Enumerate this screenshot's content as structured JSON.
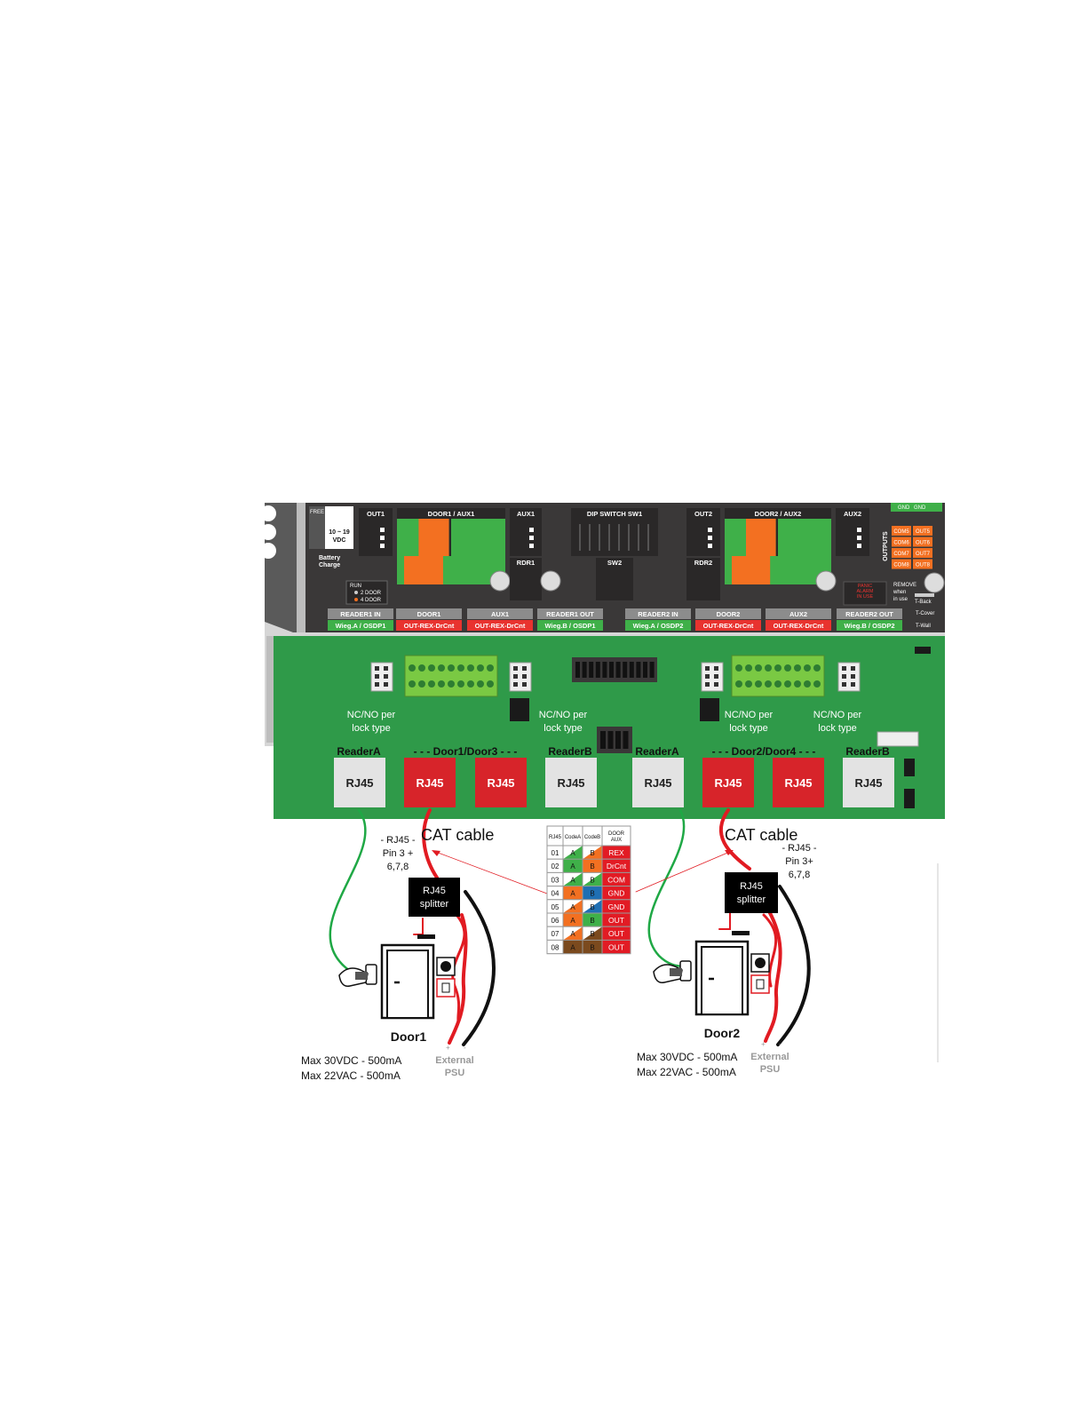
{
  "board": {
    "top_headers": [
      "OUT1",
      "DOOR1 / AUX1",
      "AUX1",
      "DIP SWITCH SW1",
      "OUT2",
      "DOOR2 / AUX2",
      "AUX2"
    ],
    "power_label": "10 ~ 19\nVDC",
    "power_tag": "FREE",
    "battery_label": "Battery\nCharge",
    "gnd_labels": [
      "GND",
      "GND"
    ],
    "rdr_labels": [
      "RDR1",
      "SW2",
      "RDR2"
    ],
    "run": {
      "title": "RUN",
      "opt1": "2 DOOR",
      "opt2": "4 DOOR"
    },
    "remove_label": "REMOVE\nwhen\nin use",
    "tamper_labels": [
      "T-Cover",
      "T-Back",
      "T-Wall"
    ],
    "outputs_label": "OUTPUTS",
    "com_labels": [
      "COM5",
      "COM6",
      "COM7",
      "COM8"
    ],
    "out_labels": [
      "OUT5",
      "OUT6",
      "OUT7",
      "OUT8"
    ],
    "alarm_label": "PANIC\nALARM\nIN USE",
    "group_titles": [
      "READER1 IN",
      "DOOR1",
      "AUX1",
      "READER1 OUT",
      "READER2 IN",
      "DOOR2",
      "AUX2",
      "READER2 OUT"
    ],
    "group_subs": [
      "Wieg.A / OSDP1",
      "OUT-REX-DrCnt",
      "OUT-REX-DrCnt",
      "Wieg.B / OSDP1",
      "Wieg.A / OSDP2",
      "OUT-REX-DrCnt",
      "OUT-REX-DrCnt",
      "Wieg.B / OSDP2"
    ]
  },
  "green_board": {
    "ncno_labels": [
      "NC/NO per\nlock type",
      "NC/NO per\nlock type",
      "NC/NO per\nlock type",
      "NC/NO per\nlock type"
    ],
    "port_headers": [
      "ReaderA",
      "- - - Door1/Door3 - - -",
      "ReaderB",
      "ReaderA",
      "- - - Door2/Door4 - - -",
      "ReaderB"
    ],
    "rj45_label": "RJ45"
  },
  "cables": {
    "cat_label": "CAT cable",
    "pin_note_left": "- RJ45 -\nPin 3 +\n6,7,8",
    "pin_note_right": "- RJ45 -\nPin 3+\n6,7,8",
    "splitter_label": "RJ45\nsplitter"
  },
  "pin_table": {
    "headers": [
      "RJ45",
      "CodeA",
      "CodeB",
      "DOOR\nAUX"
    ],
    "rows": [
      {
        "pin": "01",
        "a": "A",
        "b": "B",
        "func": "REX"
      },
      {
        "pin": "02",
        "a": "A",
        "b": "B",
        "func": "DrCnt"
      },
      {
        "pin": "03",
        "a": "A",
        "b": "B",
        "func": "COM"
      },
      {
        "pin": "04",
        "a": "A",
        "b": "B",
        "func": "GND"
      },
      {
        "pin": "05",
        "a": "A",
        "b": "B",
        "func": "GND"
      },
      {
        "pin": "06",
        "a": "A",
        "b": "B",
        "func": "OUT"
      },
      {
        "pin": "07",
        "a": "A",
        "b": "B",
        "func": "OUT"
      },
      {
        "pin": "08",
        "a": "A",
        "b": "B",
        "func": "OUT"
      }
    ]
  },
  "doors": [
    {
      "name": "Door1",
      "spec1": "Max 30VDC - 500mA",
      "spec2": "Max 22VAC - 500mA",
      "psu": "External\nPSU",
      "plus": "+",
      "minus": "-"
    },
    {
      "name": "Door2",
      "spec1": "Max 30VDC - 500mA",
      "spec2": "Max 22VAC - 500mA",
      "psu": "External\nPSU",
      "plus": "+",
      "minus": "-"
    }
  ],
  "colors": {
    "board_dark": "#3a3838",
    "header_green": "#3fb049",
    "header_red": "#e8332f",
    "term_orange": "#f37021",
    "pcb_green": "#2f9a49",
    "rj45_red": "#d7242a",
    "rj45_gray": "#e3e3e3",
    "wire_green": "#1fa845",
    "wire_red": "#e11b22",
    "wire_black": "#111111"
  }
}
